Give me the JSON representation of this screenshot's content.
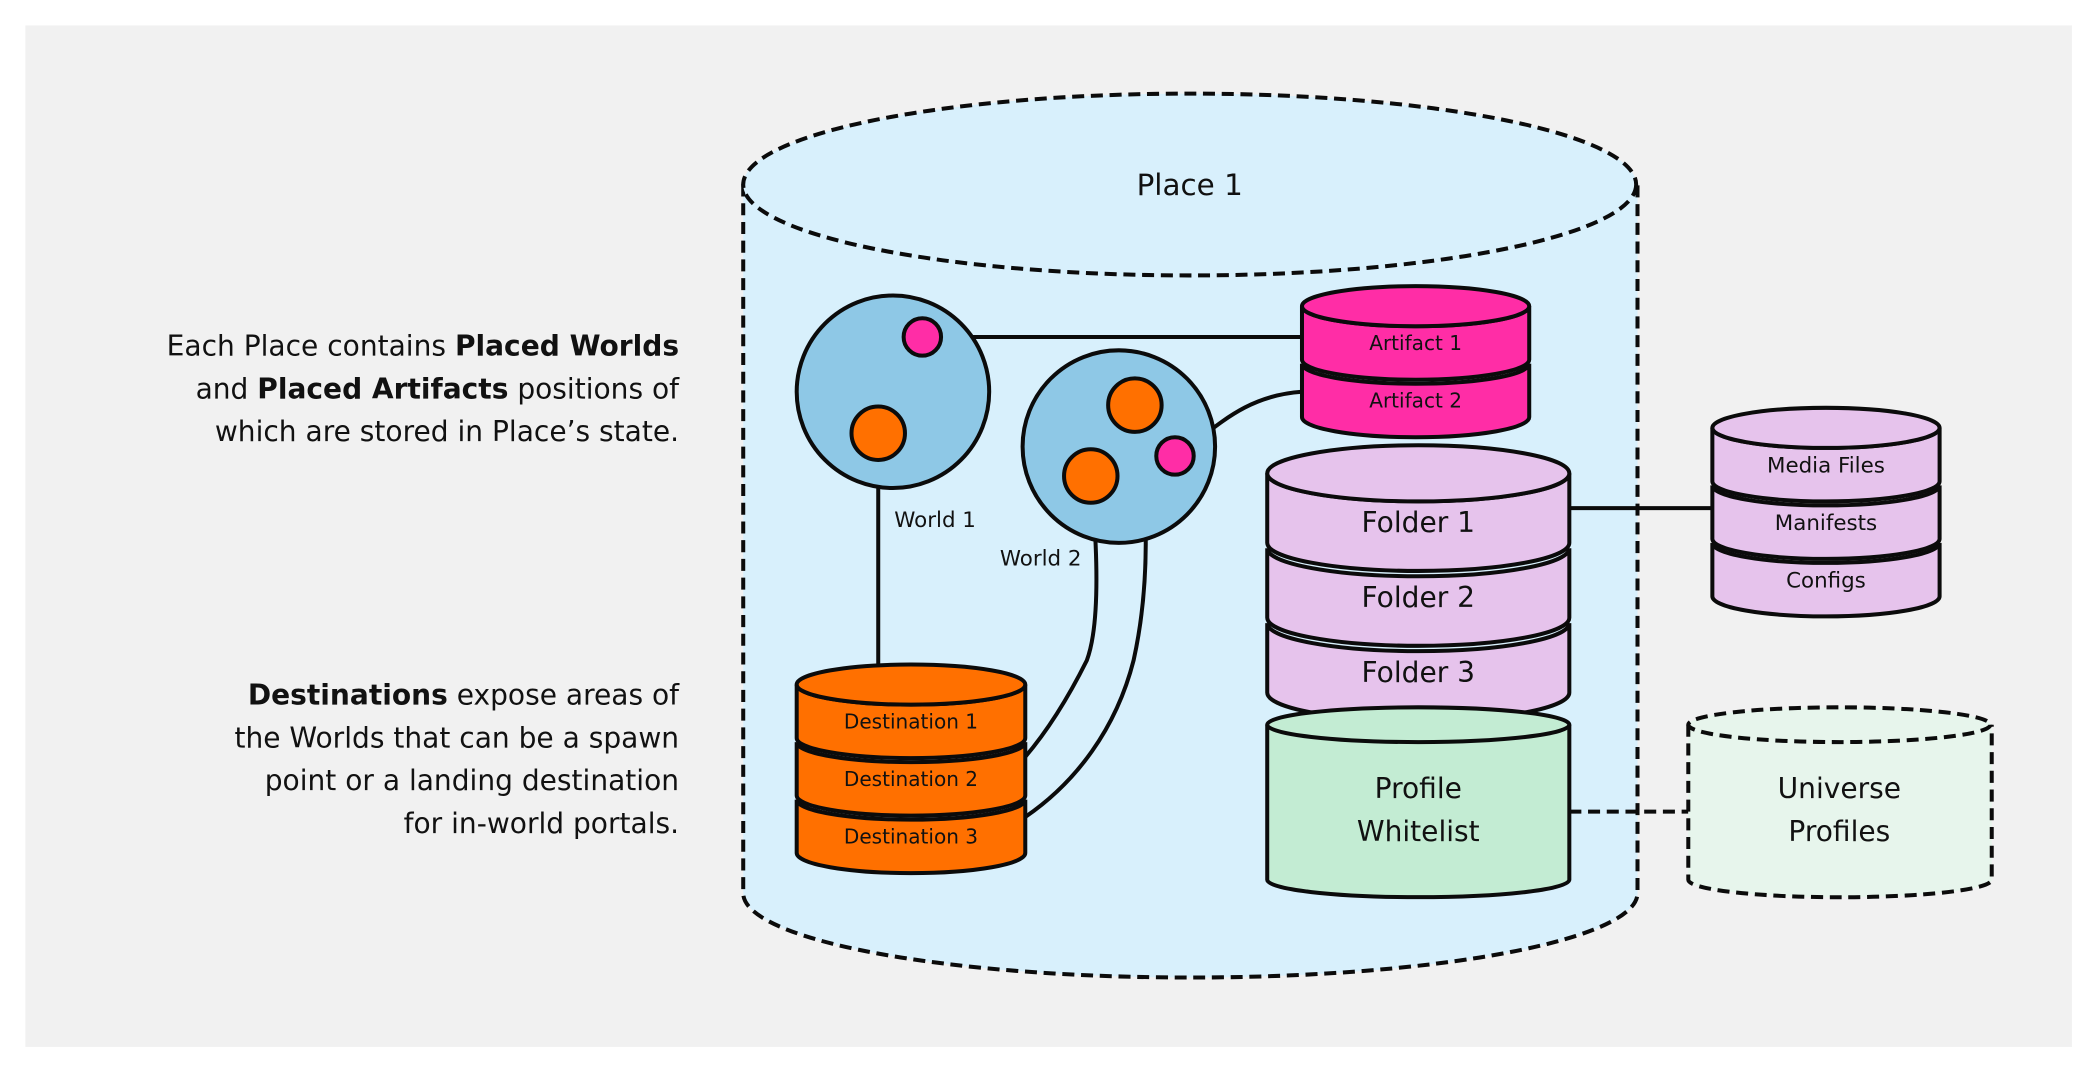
{
  "descriptions": {
    "worlds_artifacts": {
      "lines": [
        [
          {
            "text": "Each Place contains ",
            "bold": false
          },
          {
            "text": "Placed Worlds",
            "bold": true
          }
        ],
        [
          {
            "text": "and ",
            "bold": false
          },
          {
            "text": "Placed Artifacts",
            "bold": true
          },
          {
            "text": " positions of",
            "bold": false
          }
        ],
        [
          {
            "text": "which are stored in Place’s state.",
            "bold": false
          }
        ]
      ]
    },
    "destinations": {
      "lines": [
        [
          {
            "text": "Destinations",
            "bold": true
          },
          {
            "text": " expose areas of",
            "bold": false
          }
        ],
        [
          {
            "text": "the Worlds that can be a spawn",
            "bold": false
          }
        ],
        [
          {
            "text": "point or a landing destination",
            "bold": false
          }
        ],
        [
          {
            "text": "for in-world portals.",
            "bold": false
          }
        ]
      ]
    }
  },
  "place": {
    "title": "Place 1"
  },
  "worlds": [
    {
      "label": "World 1"
    },
    {
      "label": "World 2"
    }
  ],
  "artifacts": {
    "segments": [
      "Artifact 1",
      "Artifact 2"
    ]
  },
  "destinations": {
    "segments": [
      "Destination 1",
      "Destination 2",
      "Destination 3"
    ]
  },
  "folders": {
    "segments": [
      "Folder 1",
      "Folder 2",
      "Folder 3"
    ]
  },
  "assets": {
    "segments": [
      "Media Files",
      "Manifests",
      "Configs"
    ]
  },
  "profile_whitelist": {
    "lines": [
      "Profile",
      "Whitelist"
    ]
  },
  "universe_profiles": {
    "lines": [
      "Universe",
      "Profiles"
    ]
  },
  "colors": {
    "page_bg": "#f1f1f1",
    "place_fill": "#d8f0fc",
    "world_fill": "#8ec8e6",
    "artifact": "#ff2da6",
    "destination": "#ff7000",
    "folder": "#e6c3ec",
    "profile_whitelist": "#c3ecd3",
    "universe_profiles": "#e7f5ec",
    "stroke": "#0b0b0b"
  }
}
